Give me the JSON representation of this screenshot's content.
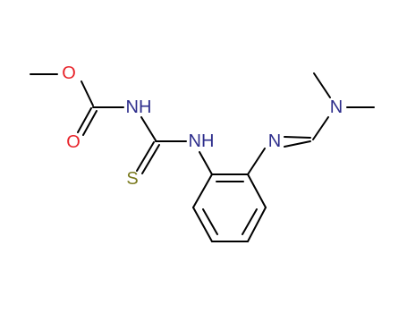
{
  "colors": {
    "bond": "#000000",
    "oxygen": "#e8232a",
    "nitrogen": "#2e2e8c",
    "sulfur": "#7a7a1e",
    "background": "#ffffff"
  },
  "atoms": {
    "ether_oxygen": {
      "label": "O",
      "element": "oxygen"
    },
    "carbonyl_oxygen": {
      "label": "O",
      "element": "oxygen"
    },
    "carbamate_nh": {
      "label": "NH",
      "element": "nitrogen"
    },
    "thiourea_nh": {
      "label": "NH",
      "element": "nitrogen"
    },
    "thione_sulfur": {
      "label": "S",
      "element": "sulfur"
    },
    "imine_nitrogen": {
      "label": "N",
      "element": "nitrogen"
    },
    "dimethylamino_nitrogen": {
      "label": "N",
      "element": "nitrogen"
    }
  }
}
